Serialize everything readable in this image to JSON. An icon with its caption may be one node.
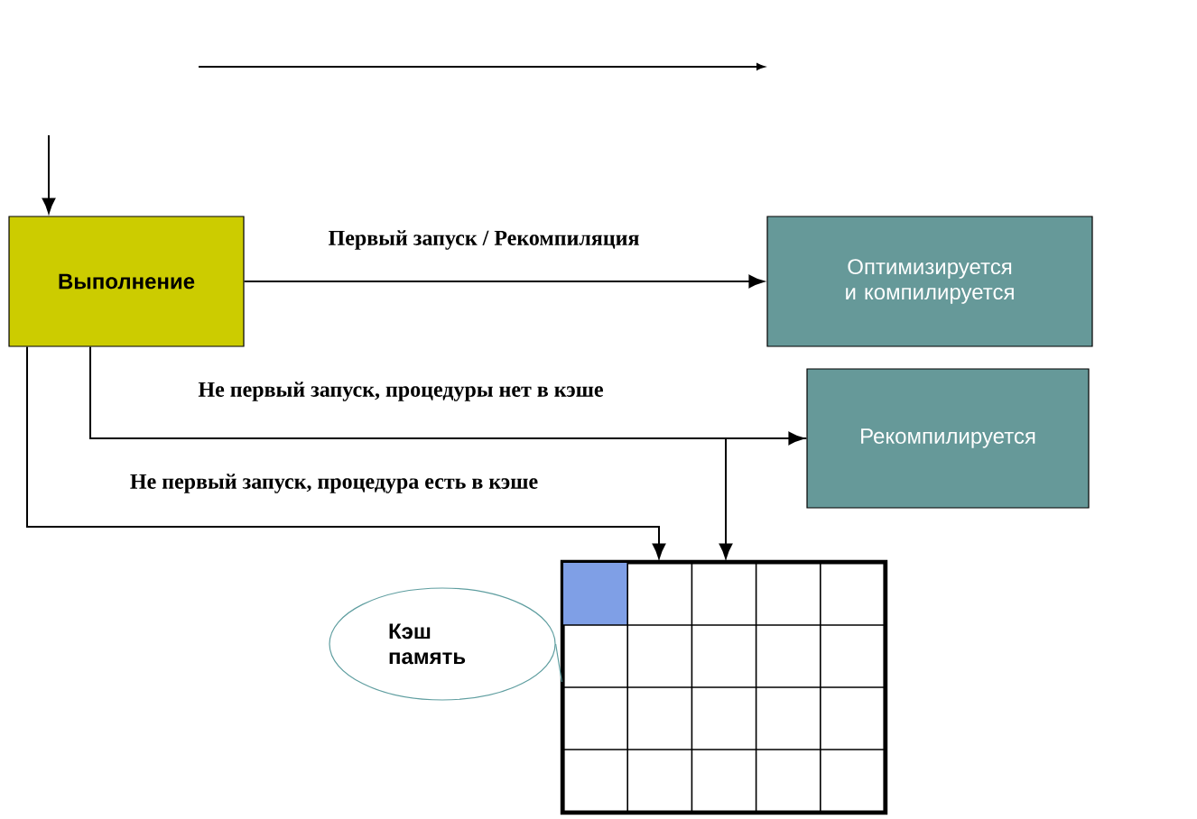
{
  "diagram": {
    "nodes": [
      {
        "text": [
          "Выполнение"
        ]
      },
      {
        "text": [
          "Оптимизируется и компилируется"
        ]
      },
      {
        "text": [
          "Рекомпилируется"
        ]
      },
      {
        "text": [
          "Кэш память"
        ]
      },
      {
        "text": [],
        "shape": "box"
      }
    ],
    "edges": [
      {
        "from": null,
        "to": 0,
        "arrow": "to"
      },
      {
        "from": 0,
        "to": 1,
        "arrow": "to",
        "label": "Первый запуск / Рекомпиляция"
      },
      {
        "from": 0,
        "to": 2,
        "arrow": "to",
        "label": "Не первый запуск,  процедуры нет в кэше"
      },
      {
        "from": 0,
        "to": 4,
        "arrow": "to",
        "label": "Не первый запуск, процедура есть в кэше"
      },
      {
        "from": 2,
        "to": 4,
        "arrow": "to"
      },
      {
        "from": 3,
        "to": 4,
        "arrow": "none",
        "color": "#5f9ea0"
      }
    ]
  }
}
